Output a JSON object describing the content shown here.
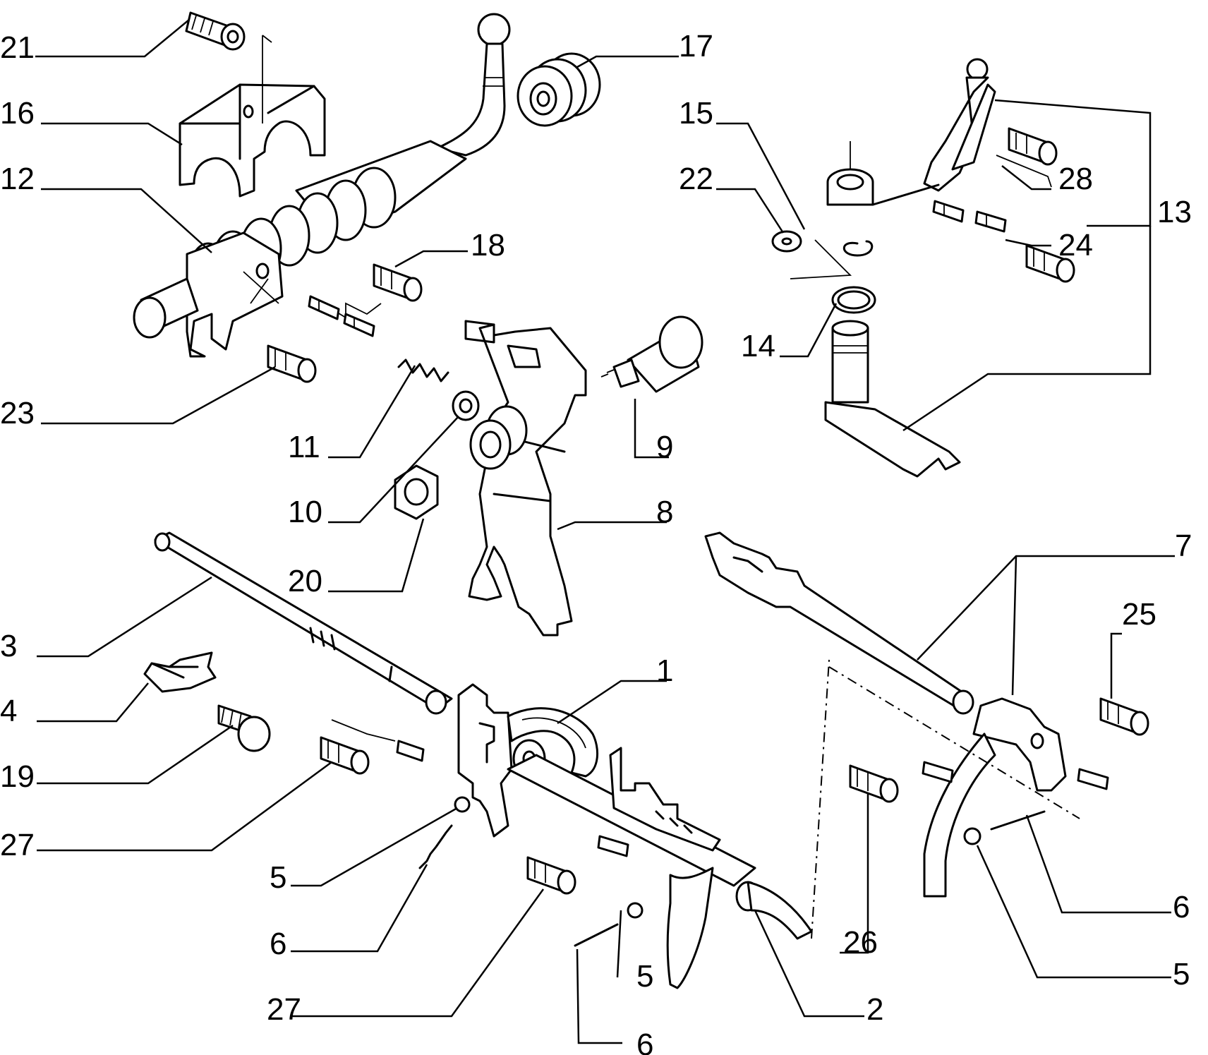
{
  "callouts": {
    "c21": "21",
    "c16": "16",
    "c12": "12",
    "c23": "23",
    "c18": "18",
    "c17": "17",
    "c15": "15",
    "c22": "22",
    "c28": "28",
    "c13": "13",
    "c24": "24",
    "c14": "14",
    "c11": "11",
    "c10": "10",
    "c9": "9",
    "c20": "20",
    "c8": "8",
    "c7": "7",
    "c3": "3",
    "c25": "25",
    "c4": "4",
    "c1": "1",
    "c19": "19",
    "c27a": "27",
    "c26": "26",
    "c6a": "6",
    "c5a": "5",
    "c6b": "6",
    "c27b": "27",
    "c5b": "5",
    "c2": "2",
    "c5c": "5",
    "c6c": "6"
  }
}
